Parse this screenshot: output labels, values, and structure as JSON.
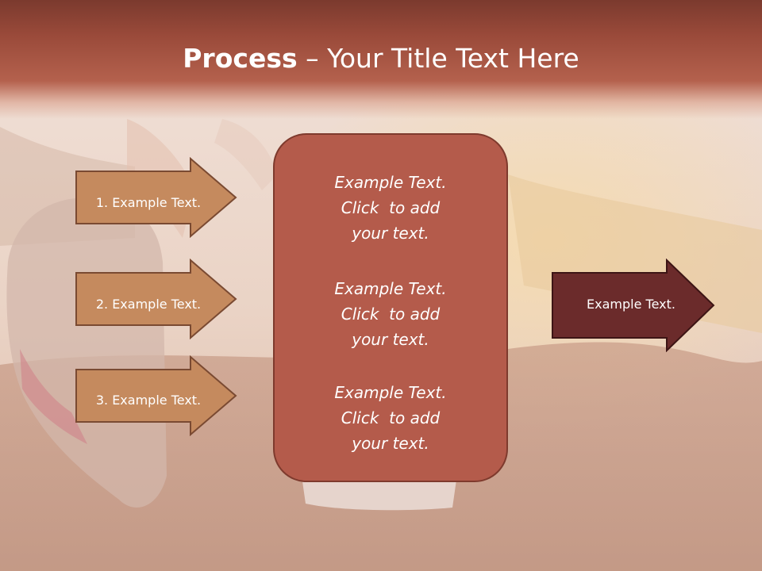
{
  "slide": {
    "title_bold": "Process",
    "title_rest": " – Your Title Text Here"
  },
  "left_steps": [
    {
      "label": "1. Example Text."
    },
    {
      "label": "2. Example Text."
    },
    {
      "label": "3. Example Text."
    }
  ],
  "center_box": {
    "blocks": [
      {
        "lines": [
          "Example Text.",
          "Click  to add",
          "your text."
        ]
      },
      {
        "lines": [
          "Example Text.",
          "Click  to add",
          "your text."
        ]
      },
      {
        "lines": [
          "Example Text.",
          "Click  to add",
          "your text."
        ]
      }
    ]
  },
  "result_arrow": {
    "label": "Example Text."
  },
  "colors": {
    "title_band": "#9a4a3a",
    "left_arrow_fill": "#c58a5e",
    "center_box_fill": "#b45b4b",
    "result_arrow_fill": "#6b2b2b"
  }
}
